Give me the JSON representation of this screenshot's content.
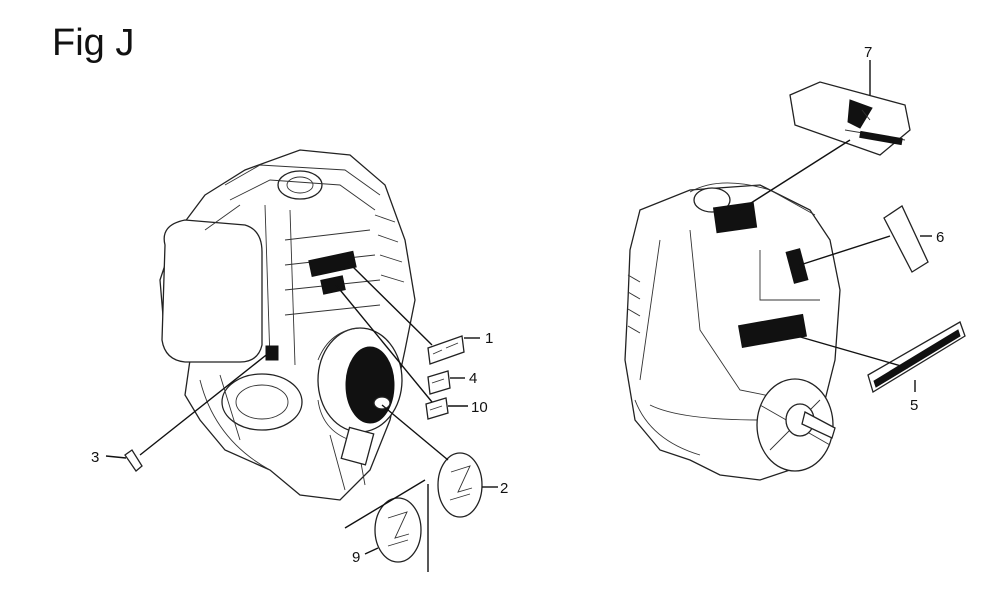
{
  "title": "Fig J",
  "callouts": [
    "1",
    "2",
    "3",
    "4",
    "5",
    "6",
    "7",
    "9",
    "10"
  ]
}
